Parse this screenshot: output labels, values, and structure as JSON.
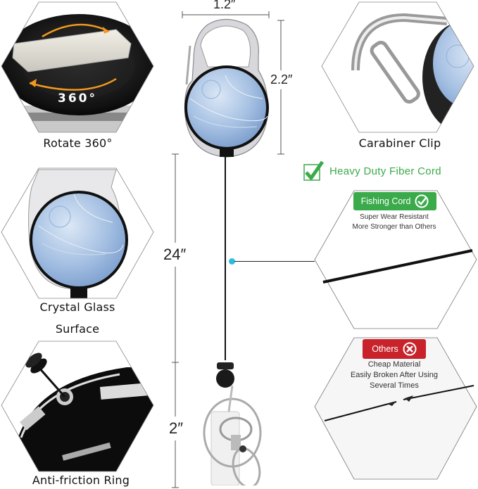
{
  "features": {
    "rotate": {
      "label": "Rotate 360°",
      "overlay": "360°"
    },
    "crystal": {
      "label_line1": "Crystal Glass",
      "label_line2": "Surface"
    },
    "antifriction": {
      "label": "Anti-friction Ring"
    },
    "carabiner": {
      "label": "Carabiner Clip"
    }
  },
  "dimensions": {
    "width": "1.2″",
    "height": "2.2″",
    "cord_length": "24″",
    "keychain_length": "2″"
  },
  "comparison": {
    "heading": "Heavy Duty Fiber Cord",
    "good": {
      "badge": "Fishing Cord",
      "line1": "Super Wear Resistant",
      "line2": "More Stronger than Others"
    },
    "bad": {
      "badge": "Others",
      "line1": "Cheap Material",
      "line2": "Easily Broken After Using",
      "line3": "Several Times"
    }
  },
  "colors": {
    "green": "#3aaa4a",
    "red": "#c8232b",
    "marble": "#a9c3e4",
    "orange": "#f39a1e",
    "cyan": "#2bbde0"
  }
}
